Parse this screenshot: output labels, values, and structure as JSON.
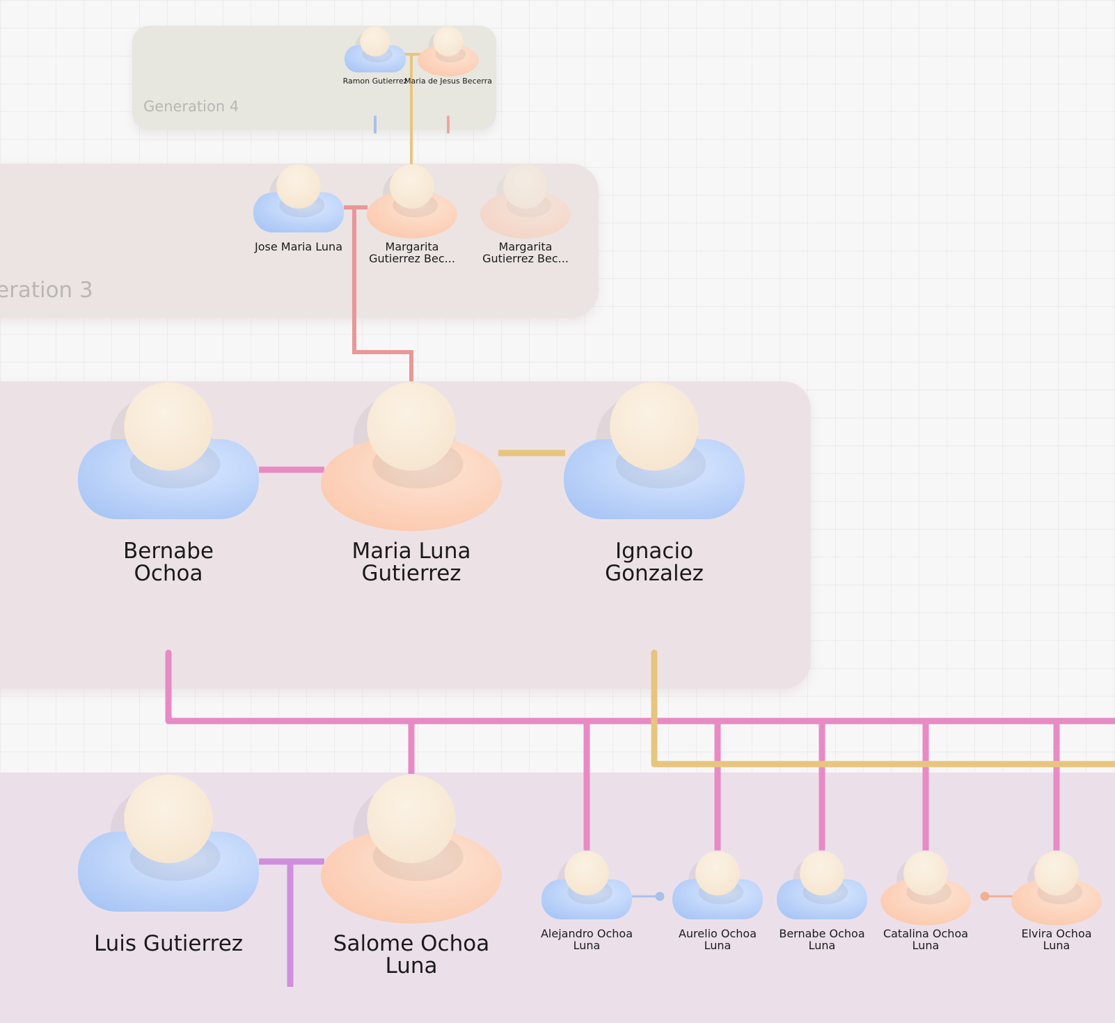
{
  "colors": {
    "male": "#a9c6f5",
    "female": "#fbc8ac",
    "head": "#f6e5cf",
    "link_pink": "#e88ac4",
    "link_gold": "#e8c57e",
    "link_coral": "#e89896",
    "link_violet": "#cf8fdc"
  },
  "generations": {
    "gen4": {
      "label": "Generation 4"
    },
    "gen3": {
      "label": "eration 3"
    }
  },
  "people": {
    "ramon": {
      "name": "Ramon Gutierrez",
      "gender": "male"
    },
    "maria_jesus": {
      "name": "Maria de Jesus Becerra",
      "gender": "female"
    },
    "jose_maria": {
      "name": "Jose Maria Luna",
      "gender": "male"
    },
    "margarita_1": {
      "name": "Margarita Gutierrez Bec...",
      "gender": "female"
    },
    "margarita_2": {
      "name": "Margarita Gutierrez Bec...",
      "gender": "female"
    },
    "bernabe": {
      "name": "Bernabe Ochoa",
      "gender": "male"
    },
    "maria_luna": {
      "name": "Maria Luna Gutierrez",
      "gender": "female"
    },
    "ignacio": {
      "name": "Ignacio Gonzalez",
      "gender": "male"
    },
    "luis": {
      "name": "Luis Gutierrez",
      "gender": "male"
    },
    "salome": {
      "name": "Salome Ochoa Luna",
      "gender": "female"
    },
    "alejandro": {
      "name": "Alejandro Ochoa Luna",
      "gender": "male"
    },
    "aurelio": {
      "name": "Aurelio Ochoa Luna",
      "gender": "male"
    },
    "bernabe_jr": {
      "name": "Bernabe Ochoa Luna",
      "gender": "male"
    },
    "catalina": {
      "name": "Catalina Ochoa Luna",
      "gender": "female"
    },
    "elvira": {
      "name": "Elvira Ochoa Luna",
      "gender": "female"
    }
  }
}
